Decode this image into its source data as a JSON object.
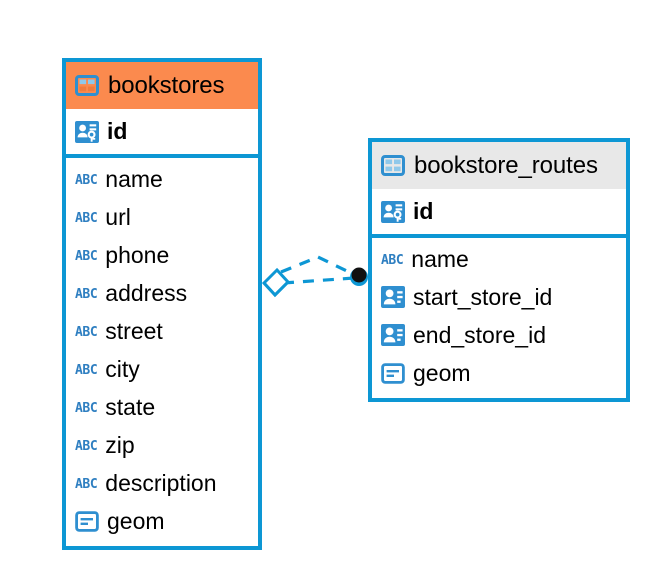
{
  "diagram": {
    "type": "entity-relationship-diagram",
    "background_color": "#ffffff",
    "accent_color": "#0d97d4",
    "highlight_color": "#fb8a4e",
    "neutral_header_color": "#e8e8e8"
  },
  "tables": [
    {
      "name": "bookstores",
      "header_style": "orange",
      "primary_keys": [
        {
          "label": "id",
          "icon": "primary-key-icon"
        }
      ],
      "columns": [
        {
          "label": "name",
          "icon": "abc-text-icon",
          "icon_text": "ABC"
        },
        {
          "label": "url",
          "icon": "abc-text-icon",
          "icon_text": "ABC"
        },
        {
          "label": "phone",
          "icon": "abc-text-icon",
          "icon_text": "ABC"
        },
        {
          "label": "address",
          "icon": "abc-text-icon",
          "icon_text": "ABC"
        },
        {
          "label": "street",
          "icon": "abc-text-icon",
          "icon_text": "ABC"
        },
        {
          "label": "city",
          "icon": "abc-text-icon",
          "icon_text": "ABC"
        },
        {
          "label": "state",
          "icon": "abc-text-icon",
          "icon_text": "ABC"
        },
        {
          "label": "zip",
          "icon": "abc-text-icon",
          "icon_text": "ABC"
        },
        {
          "label": "description",
          "icon": "abc-text-icon",
          "icon_text": "ABC"
        },
        {
          "label": "geom",
          "icon": "geometry-icon",
          "icon_text": ""
        }
      ]
    },
    {
      "name": "bookstore_routes",
      "header_style": "gray",
      "primary_keys": [
        {
          "label": "id",
          "icon": "primary-key-icon"
        }
      ],
      "columns": [
        {
          "label": "name",
          "icon": "abc-text-icon",
          "icon_text": "ABC"
        },
        {
          "label": "start_store_id",
          "icon": "foreign-key-icon",
          "icon_text": ""
        },
        {
          "label": "end_store_id",
          "icon": "foreign-key-icon",
          "icon_text": ""
        },
        {
          "label": "geom",
          "icon": "geometry-icon",
          "icon_text": ""
        }
      ]
    }
  ],
  "relationships": [
    {
      "from": "bookstores",
      "to": "bookstore_routes",
      "from_marker": "diamond-open",
      "to_marker": "circle-filled",
      "line_style": "dashed"
    },
    {
      "from": "bookstores",
      "to": "bookstore_routes",
      "from_marker": "diamond-open",
      "to_marker": "circle-filled",
      "line_style": "dashed"
    }
  ]
}
